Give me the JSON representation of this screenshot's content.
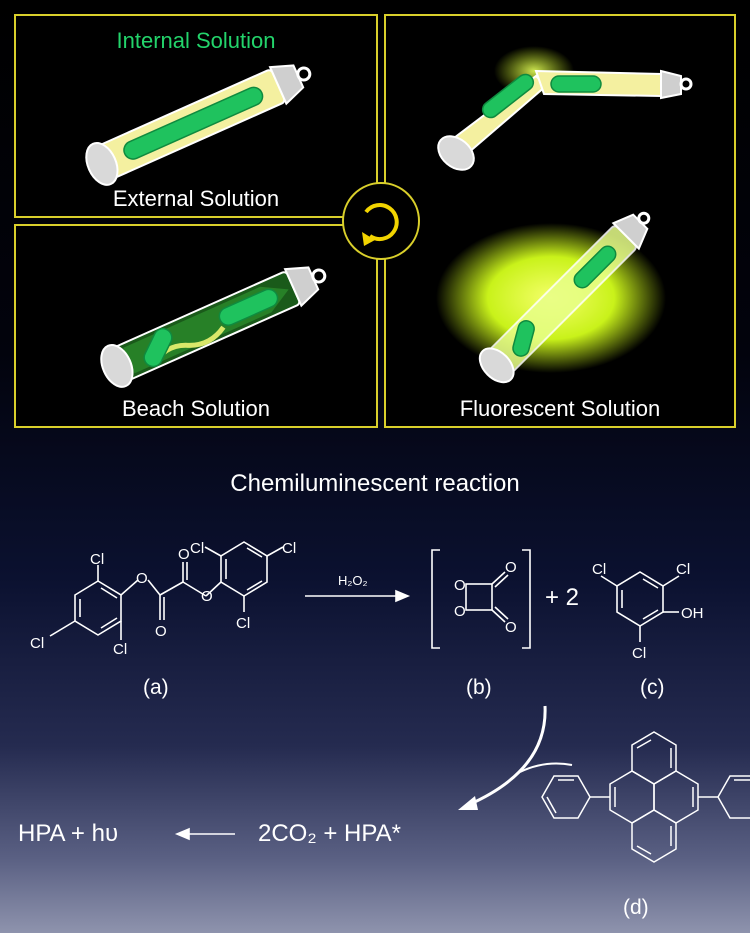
{
  "panels": {
    "top_left_title": "Internal Solution",
    "top_left_label": "External Solution",
    "bottom_left_label": "Beach Solution",
    "bottom_right_label": "Fluorescent Solution"
  },
  "reaction": {
    "title": "Chemiluminescent reaction",
    "reagent": "H₂O₂",
    "plus_two": "+ 2",
    "labels": {
      "a": "(a)",
      "b": "(b)",
      "c": "(c)",
      "d": "(d)"
    },
    "atoms": {
      "chlorine": "Cl",
      "hydroxyl": "OH",
      "oxygen": "O"
    },
    "product_left": "HPA + hυ",
    "product_right": "2CO₂ + HPA*"
  },
  "colors": {
    "frame": "#d9cf2b",
    "internal_green": "#23d46b",
    "glow": "#c9f21a",
    "rotate_arrow": "#f2d400"
  }
}
